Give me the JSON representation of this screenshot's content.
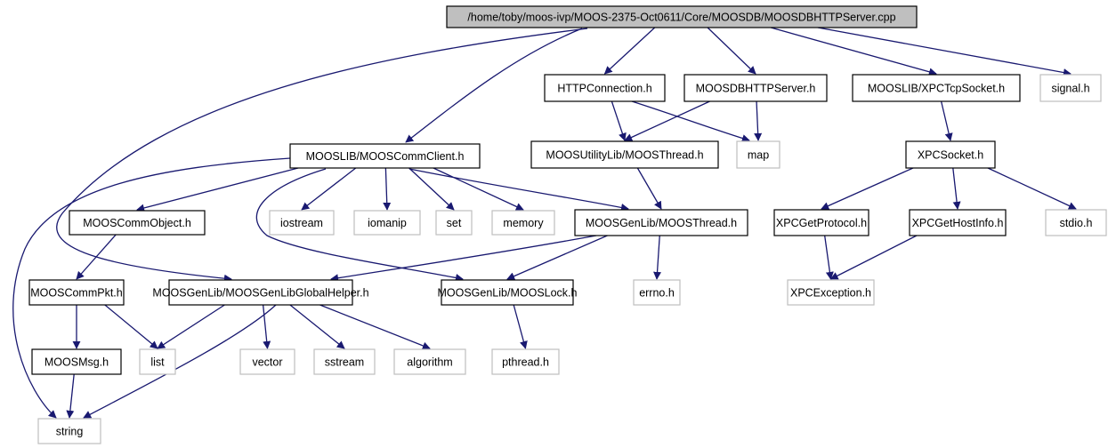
{
  "title": "/home/toby/moos-ivp/MOOS-2375-Oct0611/Core/MOOSDB/MOOSDBHTTPServer.cpp",
  "colors": {
    "root_fill": "#bfbfbf",
    "documented_border": "#000000",
    "external_border": "#bfbfbf",
    "edge": "#191970"
  },
  "nodes": [
    {
      "id": "root",
      "label": "/home/toby/moos-ivp/MOOS-2375-Oct0611/Core/MOOSDB/MOOSDBHTTPServer.cpp",
      "kind": "root"
    },
    {
      "id": "httpconn",
      "label": "HTTPConnection.h",
      "kind": "documented"
    },
    {
      "id": "moosdbhttp",
      "label": "MOOSDBHTTPServer.h",
      "kind": "documented"
    },
    {
      "id": "xpctcp",
      "label": "MOOSLIB/XPCTcpSocket.h",
      "kind": "documented"
    },
    {
      "id": "signal",
      "label": "signal.h",
      "kind": "external"
    },
    {
      "id": "commclient",
      "label": "MOOSLIB/MOOSCommClient.h",
      "kind": "documented"
    },
    {
      "id": "utilthread",
      "label": "MOOSUtilityLib/MOOSThread.h",
      "kind": "documented"
    },
    {
      "id": "map",
      "label": "map",
      "kind": "external"
    },
    {
      "id": "xpcsocket",
      "label": "XPCSocket.h",
      "kind": "documented"
    },
    {
      "id": "commobject",
      "label": "MOOSCommObject.h",
      "kind": "documented"
    },
    {
      "id": "iostream",
      "label": "iostream",
      "kind": "external"
    },
    {
      "id": "iomanip",
      "label": "iomanip",
      "kind": "external"
    },
    {
      "id": "set",
      "label": "set",
      "kind": "external"
    },
    {
      "id": "memory",
      "label": "memory",
      "kind": "external"
    },
    {
      "id": "genthread",
      "label": "MOOSGenLib/MOOSThread.h",
      "kind": "documented"
    },
    {
      "id": "getprotocol",
      "label": "XPCGetProtocol.h",
      "kind": "documented"
    },
    {
      "id": "gethostinfo",
      "label": "XPCGetHostInfo.h",
      "kind": "documented"
    },
    {
      "id": "stdio",
      "label": "stdio.h",
      "kind": "external"
    },
    {
      "id": "commpkt",
      "label": "MOOSCommPkt.h",
      "kind": "documented"
    },
    {
      "id": "globalhelper",
      "label": "MOOSGenLib/MOOSGenLibGlobalHelper.h",
      "kind": "documented"
    },
    {
      "id": "mooslock",
      "label": "MOOSGenLib/MOOSLock.h",
      "kind": "documented"
    },
    {
      "id": "errno",
      "label": "errno.h",
      "kind": "external"
    },
    {
      "id": "xpcexception",
      "label": "XPCException.h",
      "kind": "external"
    },
    {
      "id": "moosmsg",
      "label": "MOOSMsg.h",
      "kind": "documented"
    },
    {
      "id": "list",
      "label": "list",
      "kind": "external"
    },
    {
      "id": "vector",
      "label": "vector",
      "kind": "external"
    },
    {
      "id": "sstream",
      "label": "sstream",
      "kind": "external"
    },
    {
      "id": "algorithm",
      "label": "algorithm",
      "kind": "external"
    },
    {
      "id": "pthread",
      "label": "pthread.h",
      "kind": "external"
    },
    {
      "id": "string",
      "label": "string",
      "kind": "external"
    }
  ],
  "edges": [
    {
      "from": "root",
      "to": "httpconn"
    },
    {
      "from": "root",
      "to": "moosdbhttp"
    },
    {
      "from": "root",
      "to": "xpctcp"
    },
    {
      "from": "root",
      "to": "signal"
    },
    {
      "from": "root",
      "to": "commclient"
    },
    {
      "from": "root",
      "to": "globalhelper"
    },
    {
      "from": "httpconn",
      "to": "utilthread"
    },
    {
      "from": "httpconn",
      "to": "map"
    },
    {
      "from": "moosdbhttp",
      "to": "utilthread"
    },
    {
      "from": "moosdbhttp",
      "to": "map"
    },
    {
      "from": "xpctcp",
      "to": "xpcsocket"
    },
    {
      "from": "commclient",
      "to": "commobject"
    },
    {
      "from": "commclient",
      "to": "iostream"
    },
    {
      "from": "commclient",
      "to": "iomanip"
    },
    {
      "from": "commclient",
      "to": "set"
    },
    {
      "from": "commclient",
      "to": "memory"
    },
    {
      "from": "commclient",
      "to": "genthread"
    },
    {
      "from": "commclient",
      "to": "mooslock"
    },
    {
      "from": "commclient",
      "to": "string"
    },
    {
      "from": "utilthread",
      "to": "genthread"
    },
    {
      "from": "xpcsocket",
      "to": "getprotocol"
    },
    {
      "from": "xpcsocket",
      "to": "gethostinfo"
    },
    {
      "from": "xpcsocket",
      "to": "stdio"
    },
    {
      "from": "commobject",
      "to": "commpkt"
    },
    {
      "from": "genthread",
      "to": "globalhelper"
    },
    {
      "from": "genthread",
      "to": "mooslock"
    },
    {
      "from": "genthread",
      "to": "errno"
    },
    {
      "from": "getprotocol",
      "to": "xpcexception"
    },
    {
      "from": "gethostinfo",
      "to": "xpcexception"
    },
    {
      "from": "commpkt",
      "to": "moosmsg"
    },
    {
      "from": "commpkt",
      "to": "list"
    },
    {
      "from": "globalhelper",
      "to": "list"
    },
    {
      "from": "globalhelper",
      "to": "string"
    },
    {
      "from": "globalhelper",
      "to": "vector"
    },
    {
      "from": "globalhelper",
      "to": "sstream"
    },
    {
      "from": "globalhelper",
      "to": "algorithm"
    },
    {
      "from": "mooslock",
      "to": "pthread"
    },
    {
      "from": "moosmsg",
      "to": "string"
    }
  ]
}
